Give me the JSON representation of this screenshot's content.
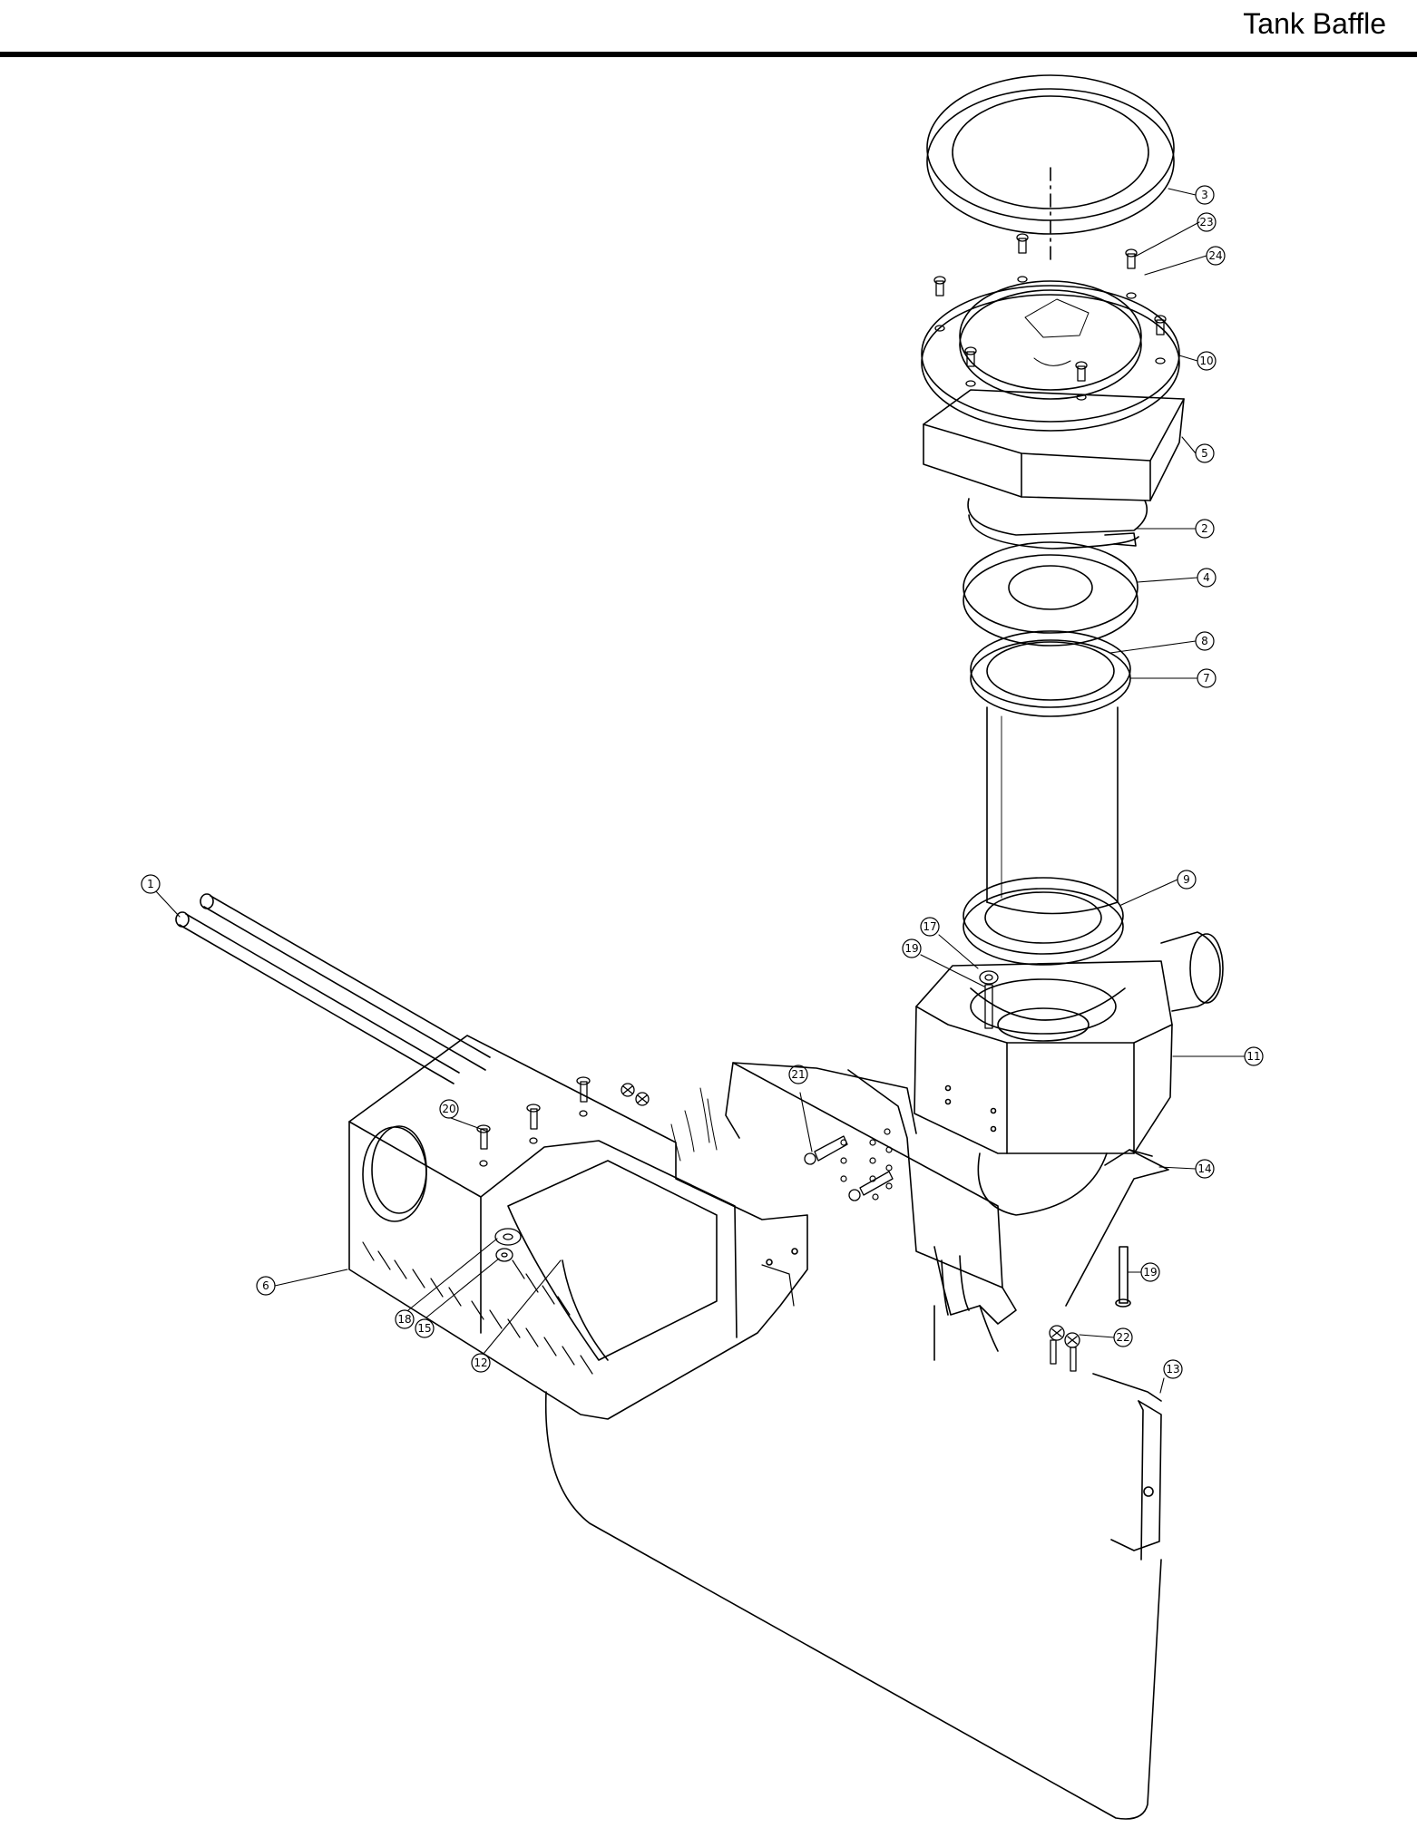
{
  "header": {
    "title": "Tank Baffle"
  },
  "callouts": [
    "1",
    "2",
    "3",
    "4",
    "5",
    "6",
    "7",
    "8",
    "9",
    "10",
    "11",
    "12",
    "13",
    "14",
    "15",
    "17",
    "18",
    "19",
    "19",
    "20",
    "21",
    "22",
    "23",
    "24"
  ]
}
